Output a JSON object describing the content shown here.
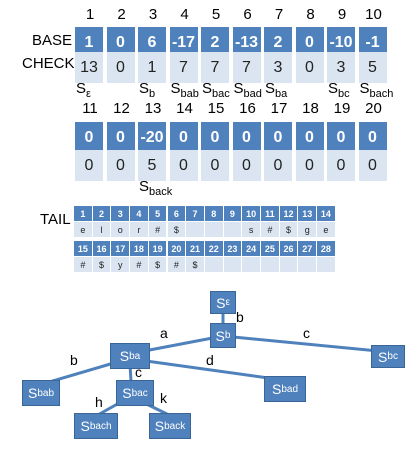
{
  "double_array": {
    "row1": {
      "indices": [
        "1",
        "2",
        "3",
        "4",
        "5",
        "6",
        "7",
        "8",
        "9",
        "10"
      ],
      "base_label": "BASE",
      "check_label": "CHECK",
      "base": [
        "1",
        "0",
        "6",
        "-17",
        "2",
        "-13",
        "2",
        "0",
        "-10",
        "-1"
      ],
      "check": [
        "13",
        "0",
        "1",
        "7",
        "7",
        "7",
        "3",
        "0",
        "3",
        "5"
      ],
      "states": [
        {
          "main": "S",
          "sub": "ε"
        },
        null,
        {
          "main": "S",
          "sub": "b"
        },
        {
          "main": "S",
          "sub": "bab"
        },
        {
          "main": "S",
          "sub": "bac"
        },
        {
          "main": "S",
          "sub": "bad"
        },
        {
          "main": "S",
          "sub": "ba"
        },
        null,
        {
          "main": "S",
          "sub": "bc"
        },
        {
          "main": "S",
          "sub": "bach"
        }
      ]
    },
    "row2": {
      "indices": [
        "11",
        "12",
        "13",
        "14",
        "15",
        "16",
        "17",
        "18",
        "19",
        "20"
      ],
      "base": [
        "0",
        "0",
        "-20",
        "0",
        "0",
        "0",
        "0",
        "0",
        "0",
        "0"
      ],
      "check": [
        "0",
        "0",
        "5",
        "0",
        "0",
        "0",
        "0",
        "0",
        "0",
        "0"
      ],
      "states": [
        null,
        null,
        {
          "main": "S",
          "sub": "back"
        },
        null,
        null,
        null,
        null,
        null,
        null,
        null
      ]
    }
  },
  "tail": {
    "label": "TAIL",
    "row1_indices": [
      "1",
      "2",
      "3",
      "4",
      "5",
      "6",
      "7",
      "8",
      "9",
      "10",
      "11",
      "12",
      "13",
      "14"
    ],
    "row1_values": [
      "e",
      "l",
      "o",
      "r",
      "#",
      "$",
      "",
      "",
      "",
      "s",
      "#",
      "$",
      "g",
      "e"
    ],
    "row2_indices": [
      "15",
      "16",
      "17",
      "18",
      "19",
      "20",
      "21",
      "22",
      "23",
      "24",
      "25",
      "26",
      "27",
      "28"
    ],
    "row2_values": [
      "#",
      "$",
      "y",
      "#",
      "$",
      "#",
      "$",
      "",
      "",
      "",
      "",
      "",
      "",
      ""
    ]
  },
  "trie": {
    "nodes": {
      "root": {
        "main": "S",
        "sub": "ε"
      },
      "b": {
        "main": "S",
        "sub": "b"
      },
      "ba": {
        "main": "S",
        "sub": "ba"
      },
      "bc": {
        "main": "S",
        "sub": "bc"
      },
      "bab": {
        "main": "S",
        "sub": "bab"
      },
      "bac": {
        "main": "S",
        "sub": "bac"
      },
      "bad": {
        "main": "S",
        "sub": "bad"
      },
      "bach": {
        "main": "S",
        "sub": "bach"
      },
      "back": {
        "main": "S",
        "sub": "back"
      }
    },
    "edges": {
      "root_b": "b",
      "b_ba": "a",
      "b_bc": "c",
      "ba_bab": "b",
      "ba_bac": "c",
      "ba_bad": "d",
      "bac_bach": "h",
      "bac_back": "k"
    },
    "colors": {
      "node_fill": "#4f81bd",
      "edge": "#4f81bd",
      "base_fill": "#4f81bd",
      "check_fill": "#dbe5f1"
    }
  }
}
